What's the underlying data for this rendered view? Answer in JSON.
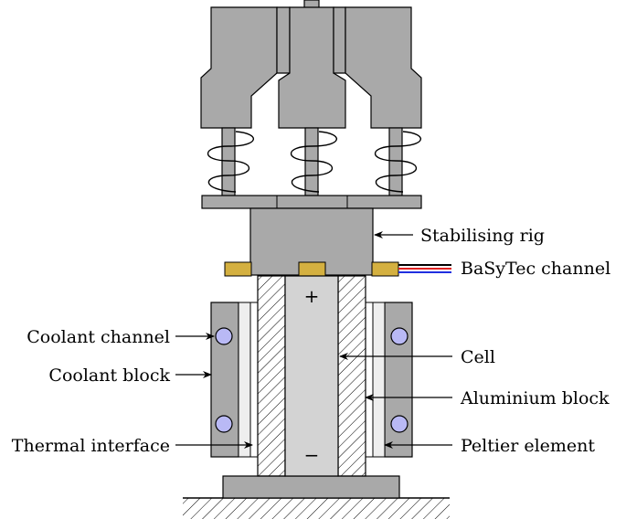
{
  "labels": {
    "stabilising_rig": "Stabilising rig",
    "basytec_channel": "BaSyTec channel",
    "coolant_channel": "Coolant channel",
    "cell": "Cell",
    "coolant_block": "Coolant block",
    "aluminium_block": "Aluminium block",
    "thermal_interface": "Thermal interface",
    "peltier_element": "Peltier element"
  },
  "cell_terminals": {
    "positive": "+",
    "negative": "−"
  },
  "colors": {
    "rig_grey": "#a9a9a9",
    "gold_tab": "#d4b040",
    "cell_grey": "#d3d3d3",
    "coolant_hole": "#b9b9f5",
    "thermal_interface": "#eeeeee",
    "wire_black": "#000000",
    "wire_red": "#e02020",
    "wire_blue": "#2030e0"
  }
}
